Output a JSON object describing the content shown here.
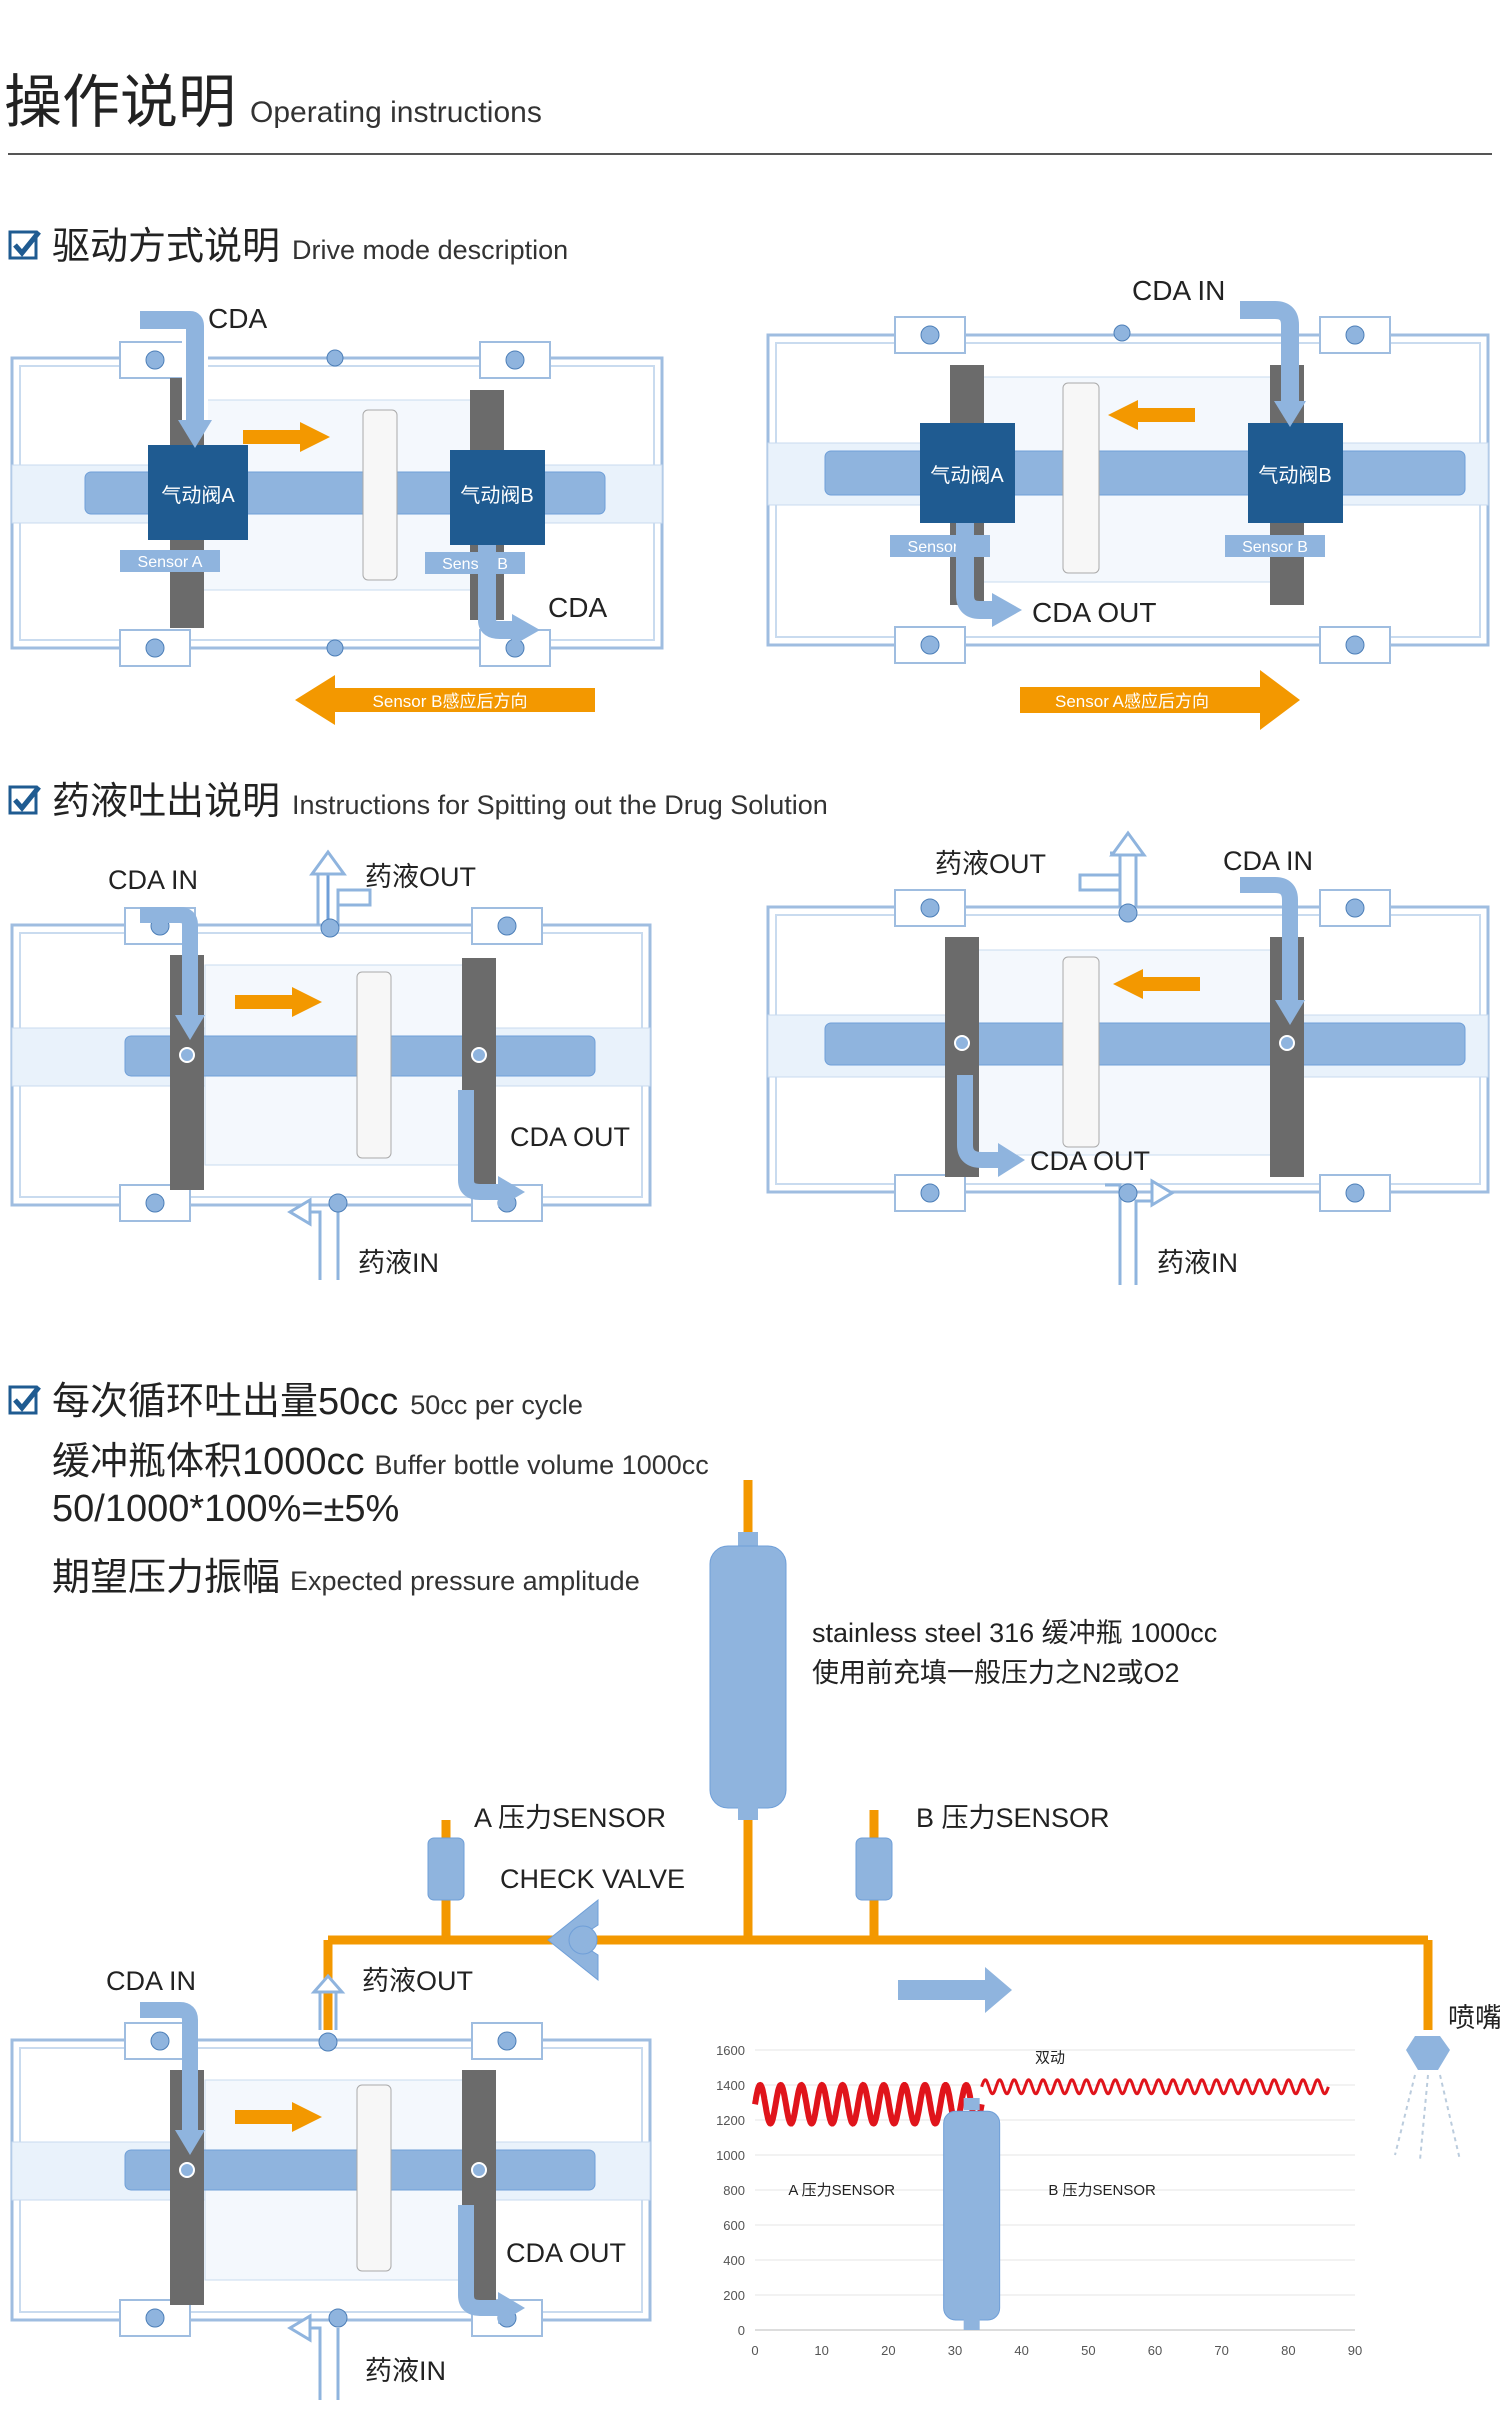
{
  "colors": {
    "accent": "#f39800",
    "blue": "#6f9fd8",
    "dark_blue": "#1f5b91",
    "pale_blue": "#dbe9f7",
    "gray": "#6b6b6b",
    "chart_red": "#e0141b"
  },
  "header": {
    "title_cn": "操作说明",
    "title_en": "Operating instructions"
  },
  "section1": {
    "heading_cn": "驱动方式说明",
    "heading_en": "Drive mode description",
    "left": {
      "cda_top": "CDA",
      "valve_a": "气动阀A",
      "valve_b": "气动阀B",
      "sensor_a": "Sensor A",
      "sensor_b": "Sensor B",
      "cda_out": "CDA",
      "arrow_label": "Sensor B感应后方向"
    },
    "right": {
      "cda_in": "CDA IN",
      "valve_a": "气动阀A",
      "valve_b": "气动阀B",
      "sensor_a": "Sensor A",
      "sensor_b": "Sensor B",
      "cda_out": "CDA OUT",
      "arrow_label": "Sensor A感应后方向"
    }
  },
  "section2": {
    "heading_cn": "药液吐出说明",
    "heading_en": "Instructions for Spitting out the Drug Solution",
    "left": {
      "cda_in": "CDA IN",
      "liquid_out": "药液OUT",
      "cda_out": "CDA OUT",
      "liquid_in": "药液IN"
    },
    "right": {
      "liquid_out": "药液OUT",
      "cda_in": "CDA IN",
      "cda_out": "CDA OUT",
      "liquid_in": "药液IN"
    }
  },
  "section3": {
    "line1_cn": "每次循环吐出量50cc",
    "line1_en": "50cc per cycle",
    "line2_cn": "缓冲瓶体积1000cc",
    "line2_en": "Buffer bottle volume 1000cc",
    "line3": "50/1000*100%=±5%",
    "line4_cn": "期望压力振幅",
    "line4_en": "Expected pressure amplitude",
    "bottle_line1": "stainless steel 316 缓冲瓶 1000cc",
    "bottle_line2": "使用前充填一般压力之N2或O2",
    "sensor_a": "A 压力SENSOR",
    "sensor_b": "B 压力SENSOR",
    "check_valve": "CHECK VALVE",
    "nozzle": "喷嘴",
    "pump": {
      "cda_in": "CDA IN",
      "liquid_out": "药液OUT",
      "cda_out": "CDA OUT",
      "liquid_in": "药液IN"
    }
  },
  "chart_data": {
    "type": "line",
    "title": "",
    "annotation": "双动",
    "series_labels": [
      "A 压力SENSOR",
      "B 压力SENSOR"
    ],
    "x_ticks": [
      0,
      10,
      20,
      30,
      40,
      50,
      60,
      70,
      80,
      90
    ],
    "y_ticks": [
      0,
      200,
      400,
      600,
      800,
      1000,
      1200,
      1400,
      1600
    ],
    "xlim": [
      0,
      90
    ],
    "ylim": [
      0,
      1600
    ],
    "series": [
      {
        "name": "A 压力SENSOR",
        "x_range": [
          0,
          34
        ],
        "center": 1290,
        "amplitude": 110,
        "cycles": 11,
        "color": "#e0141b"
      },
      {
        "name": "B 压力SENSOR",
        "x_range": [
          34,
          86
        ],
        "center": 1390,
        "amplitude": 40,
        "cycles": 24,
        "color": "#e0141b"
      }
    ]
  }
}
